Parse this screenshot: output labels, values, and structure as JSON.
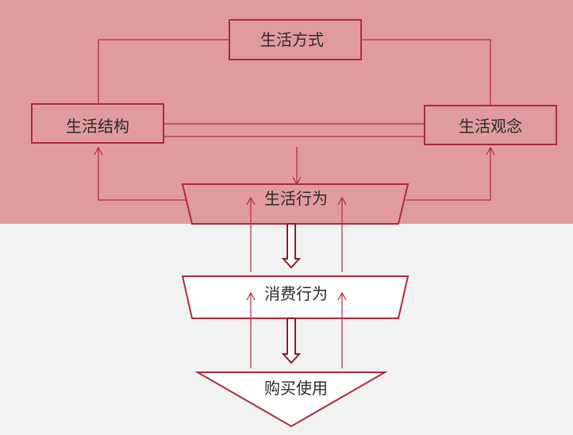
{
  "diagram": {
    "nodes": {
      "lifestyle": "生活方式",
      "life_structure": "生活结构",
      "life_concept": "生活观念",
      "life_behavior": "生活行为",
      "consumer_behavior": "消费行为",
      "purchase_use": "购买使用"
    }
  },
  "colors": {
    "upper_band": "#e09ba0",
    "lower_band": "#f1f2f1",
    "stroke": "#b02a3f",
    "box_fill_upper": "#e09ba0",
    "box_fill_lower": "#ffffff"
  }
}
